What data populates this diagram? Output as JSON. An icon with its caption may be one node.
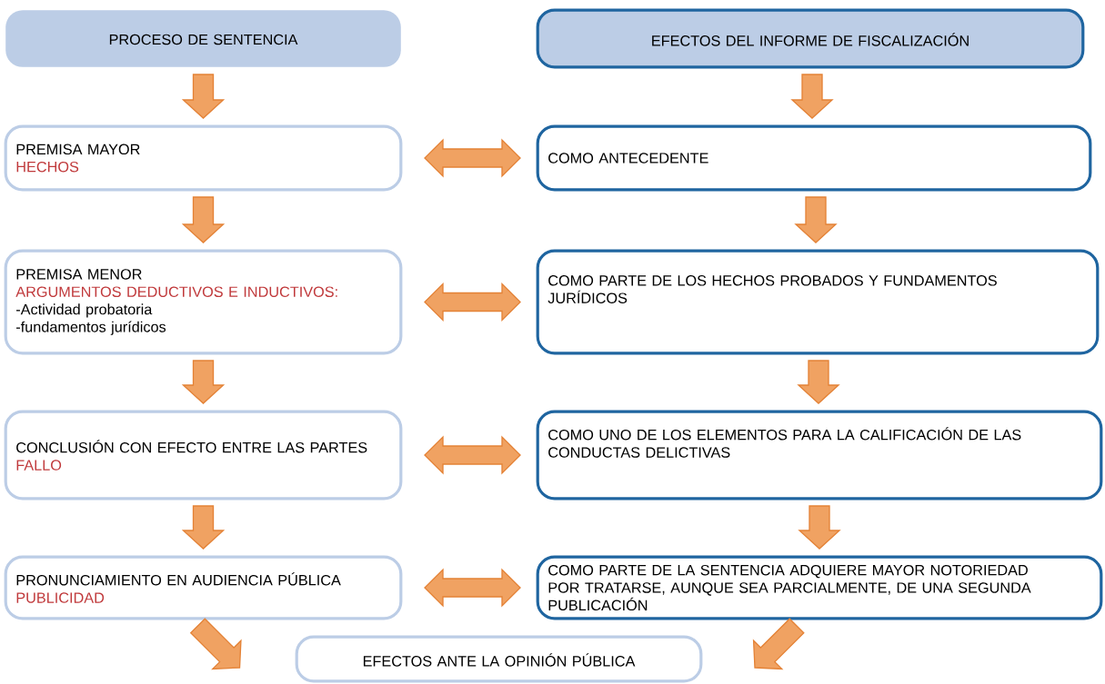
{
  "diagram": {
    "nodes": [
      {
        "text": [
          "PROCESO DE SENTENCIA"
        ]
      },
      {
        "text": [
          "EFECTOS DEL INFORME DE FISCALIZACIÓN"
        ]
      },
      {
        "text": [
          "PREMISA MAYOR",
          "HECHOS"
        ]
      },
      {
        "text": [
          "COMO ANTECEDENTE"
        ]
      },
      {
        "text": [
          "PREMISA MENOR",
          "ARGUMENTOS DEDUCTIVOS E INDUCTIVOS:",
          "-Actividad probatoria",
          "-fundamentos jurídicos"
        ]
      },
      {
        "text": [
          "COMO PARTE DE LOS HECHOS PROBADOS Y FUNDAMENTOS JURÍDICOS"
        ]
      },
      {
        "text": [
          "CONCLUSIÓN CON EFECTO ENTRE LAS PARTES",
          "FALLO"
        ]
      },
      {
        "text": [
          "COMO UNO DE LOS ELEMENTOS PARA LA CALIFICACIÓN DE LAS CONDUCTAS DELICTIVAS"
        ]
      },
      {
        "text": [
          "PRONUNCIAMIENTO EN AUDIENCIA PÚBLICA",
          "PUBLICIDAD"
        ]
      },
      {
        "text": [
          "COMO PARTE DE LA SENTENCIA ADQUIERE MAYOR NOTORIEDAD POR TRATARSE, AUNQUE SEA PARCIALMENTE, DE UNA SEGUNDA PUBLICACIÓN"
        ]
      },
      {
        "text": [
          "EFECTOS ANTE LA OPINIÓN PÚBLICA"
        ]
      }
    ],
    "edges": [
      {
        "from": 0,
        "to": 2,
        "arrow": "to"
      },
      {
        "from": 1,
        "to": 3,
        "arrow": "to"
      },
      {
        "from": 2,
        "to": 3,
        "arrow": "both"
      },
      {
        "from": 2,
        "to": 4,
        "arrow": "to"
      },
      {
        "from": 3,
        "to": 5,
        "arrow": "to"
      },
      {
        "from": 4,
        "to": 5,
        "arrow": "both"
      },
      {
        "from": 4,
        "to": 6,
        "arrow": "to"
      },
      {
        "from": 5,
        "to": 7,
        "arrow": "to"
      },
      {
        "from": 6,
        "to": 7,
        "arrow": "both"
      },
      {
        "from": 6,
        "to": 8,
        "arrow": "to"
      },
      {
        "from": 7,
        "to": 9,
        "arrow": "to"
      },
      {
        "from": 8,
        "to": 9,
        "arrow": "both"
      },
      {
        "from": 8,
        "to": 10,
        "arrow": "to"
      },
      {
        "from": 9,
        "to": 10,
        "arrow": "to"
      }
    ]
  }
}
